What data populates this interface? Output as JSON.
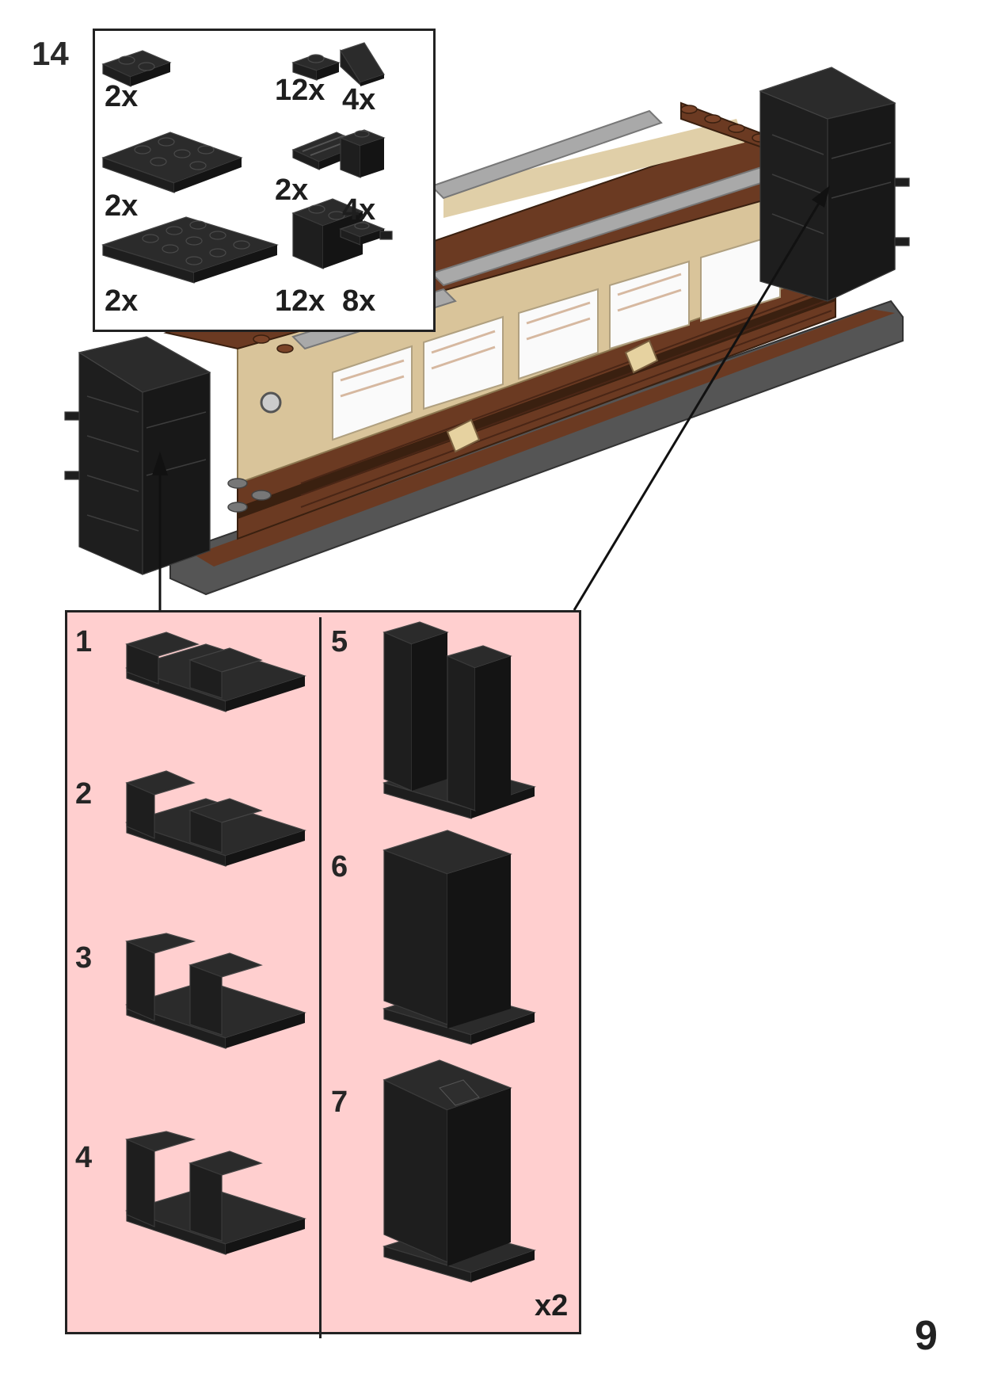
{
  "step": {
    "number": "14"
  },
  "parts": [
    {
      "name": "black-plate-1x2",
      "qty": "2x"
    },
    {
      "name": "black-plate-1x1",
      "qty": "12x"
    },
    {
      "name": "black-slope-1x1",
      "qty": "4x"
    },
    {
      "name": "black-plate-2x4",
      "qty": "2x"
    },
    {
      "name": "black-grille-tile",
      "qty": "2x"
    },
    {
      "name": "black-brick-1x1",
      "qty": "4x"
    },
    {
      "name": "black-plate-4x4",
      "qty": "2x"
    },
    {
      "name": "black-brick-1x2",
      "qty": "12x"
    },
    {
      "name": "black-plate-clip",
      "qty": "8x"
    }
  ],
  "substeps": [
    {
      "number": "1"
    },
    {
      "number": "2"
    },
    {
      "number": "3"
    },
    {
      "number": "4"
    },
    {
      "number": "5"
    },
    {
      "number": "6"
    },
    {
      "number": "7"
    }
  ],
  "multiplier": "x2",
  "page": {
    "number": "9"
  },
  "colors": {
    "black_brick": "#1e1e1e",
    "tan": "#d9c49a",
    "reddish_brown": "#6b3a22",
    "dark_brown": "#3a2010",
    "light_gray": "#a9a9a9",
    "dark_gray": "#555555",
    "panel_pink": "#ffcfcf"
  }
}
